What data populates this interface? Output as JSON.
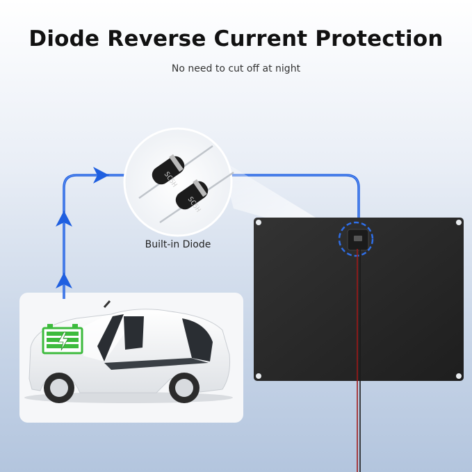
{
  "heading": {
    "title": "Diode Reverse Current Protection",
    "subtitle": "No need to cut off at night"
  },
  "diode": {
    "label": "Built-in Diode",
    "marking": "SC5H"
  },
  "colors": {
    "flow_line": "#1f5fe0",
    "panel": "#2b2b2b",
    "battery": "#3dbb3d",
    "highlight_ring": "#2f6fe8"
  },
  "icons": [
    "flow-arrow-icon",
    "battery-icon",
    "charge-bolt-icon"
  ]
}
